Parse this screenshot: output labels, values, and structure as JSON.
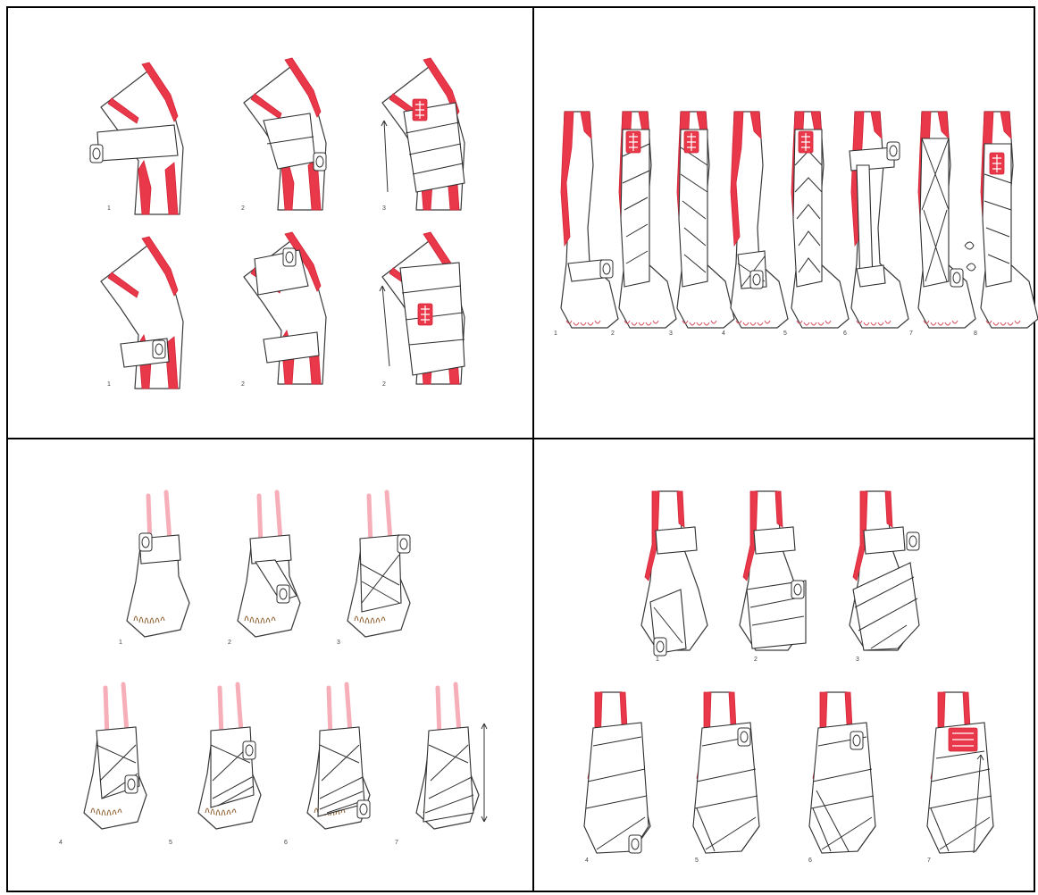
{
  "panels": [
    {
      "id": "knee",
      "steps": [
        "1",
        "2",
        "3",
        "1",
        "2",
        "2"
      ]
    },
    {
      "id": "lower-leg",
      "steps": [
        "1",
        "2",
        "3",
        "4",
        "5",
        "6",
        "7",
        "8"
      ]
    },
    {
      "id": "foot",
      "steps": [
        "1",
        "2",
        "3",
        "4",
        "5",
        "6",
        "7"
      ]
    },
    {
      "id": "heel-ankle",
      "steps": [
        "1",
        "2",
        "3",
        "4",
        "5",
        "6",
        "7"
      ]
    }
  ],
  "colors": {
    "accent": "#e8384a",
    "line": "#2f2f2f",
    "grid": "#000000",
    "toes": "#8a5a2a"
  }
}
